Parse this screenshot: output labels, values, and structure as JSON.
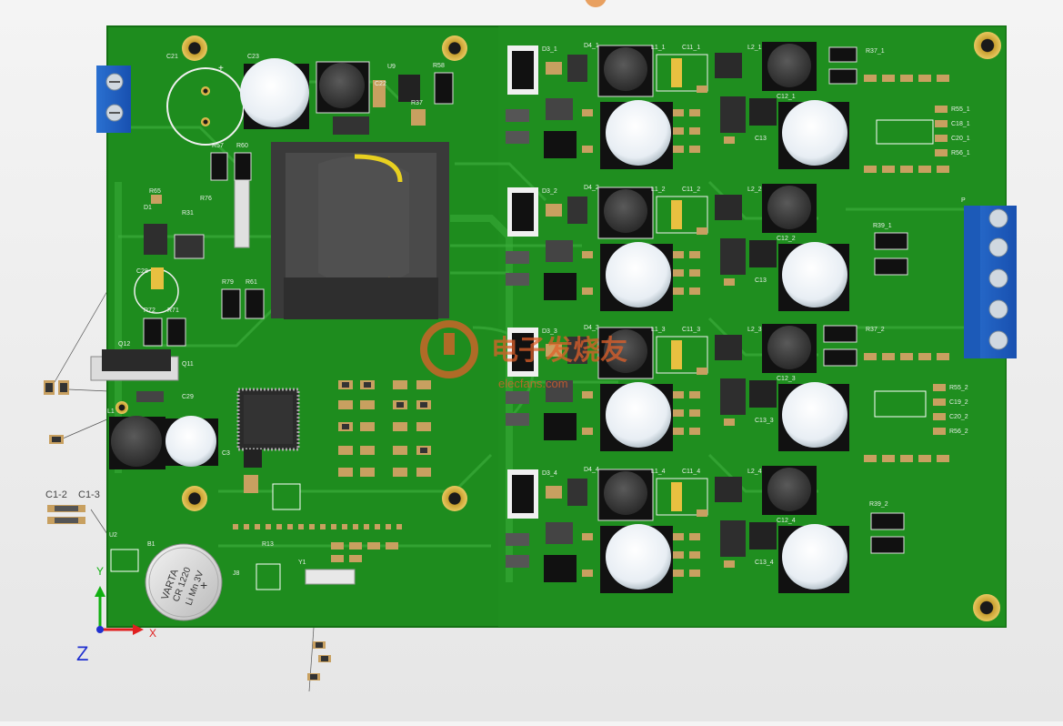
{
  "viewport": {
    "background_color": "#ececec",
    "board_color": "#1e8c1e",
    "board_edge_color": "#137013",
    "trace_color": "#37a837",
    "silk_color": "#e8f0e8"
  },
  "watermark": {
    "brand_cn": "电子发烧友",
    "brand_url": "elecfans.com",
    "color": "#e0602a"
  },
  "battery": {
    "brand": "VARTA",
    "model": "CR 1220",
    "chem": "Li Mn 3V",
    "plus": "+"
  },
  "axis_triad": {
    "y_label": "Y",
    "x_label": "X",
    "z_label": "Z",
    "y_color": "#10b010",
    "x_color": "#e02020",
    "z_color": "#2030d0"
  },
  "labels": {
    "c23": "C23",
    "c21": "C21",
    "u9": "U9",
    "r58": "R58",
    "c22": "C22",
    "r37": "R37",
    "r57": "R57",
    "r60": "R60",
    "r65": "R65",
    "d1": "D1",
    "r76": "R76",
    "r31": "R31",
    "c28": "C28",
    "r72": "R72",
    "r71": "R71",
    "r79": "R79",
    "r61": "R61",
    "q12": "Q12",
    "q11": "Q11",
    "c29": "C29",
    "l1": "L1",
    "c3": "C3",
    "r13": "R13",
    "y1": "Y1",
    "b1": "B1",
    "c1_2": "C1-2",
    "c1_3": "C1-3",
    "j8": "J8",
    "u2": "U2",
    "p": "P",
    "d3_1": "D3_1",
    "d4_1": "D4_1",
    "l1_1": "L1_1",
    "c11_1": "C11_1",
    "l2_1": "L2_1",
    "r37_1": "R37_1",
    "d3_2": "D3_2",
    "d4_2": "D4_2",
    "l1_2": "L1_2",
    "c11_2": "C11_2",
    "l2_2": "L2_2",
    "r37_2": "R37_2",
    "d3_3": "D3_3",
    "d4_3": "D4_3",
    "l1_3": "L1_3",
    "c11_3": "C11_3",
    "l2_3": "L2_3",
    "d3_4": "D3_4",
    "d4_4": "D4_4",
    "l1_4": "L1_4",
    "c11_4": "C11_4",
    "l2_4": "L2_4",
    "c12_1": "C12_1",
    "c12_2": "C12_2",
    "c12_3": "C12_3",
    "c12_4": "C12_4",
    "c13_1": "C13",
    "c13_2": "C13",
    "c13_3": "C13_3",
    "c13_4": "C13_4",
    "r39_1": "R39_1",
    "r39_2": "R39_2",
    "r56_1": "R56_1",
    "c18_1": "C18_1",
    "c20_1": "C20_1",
    "r55_1": "R55_1",
    "r55_2": "R55_2",
    "c19_2": "C19_2",
    "c20_2": "C20_2",
    "r56_2": "R56_2"
  }
}
